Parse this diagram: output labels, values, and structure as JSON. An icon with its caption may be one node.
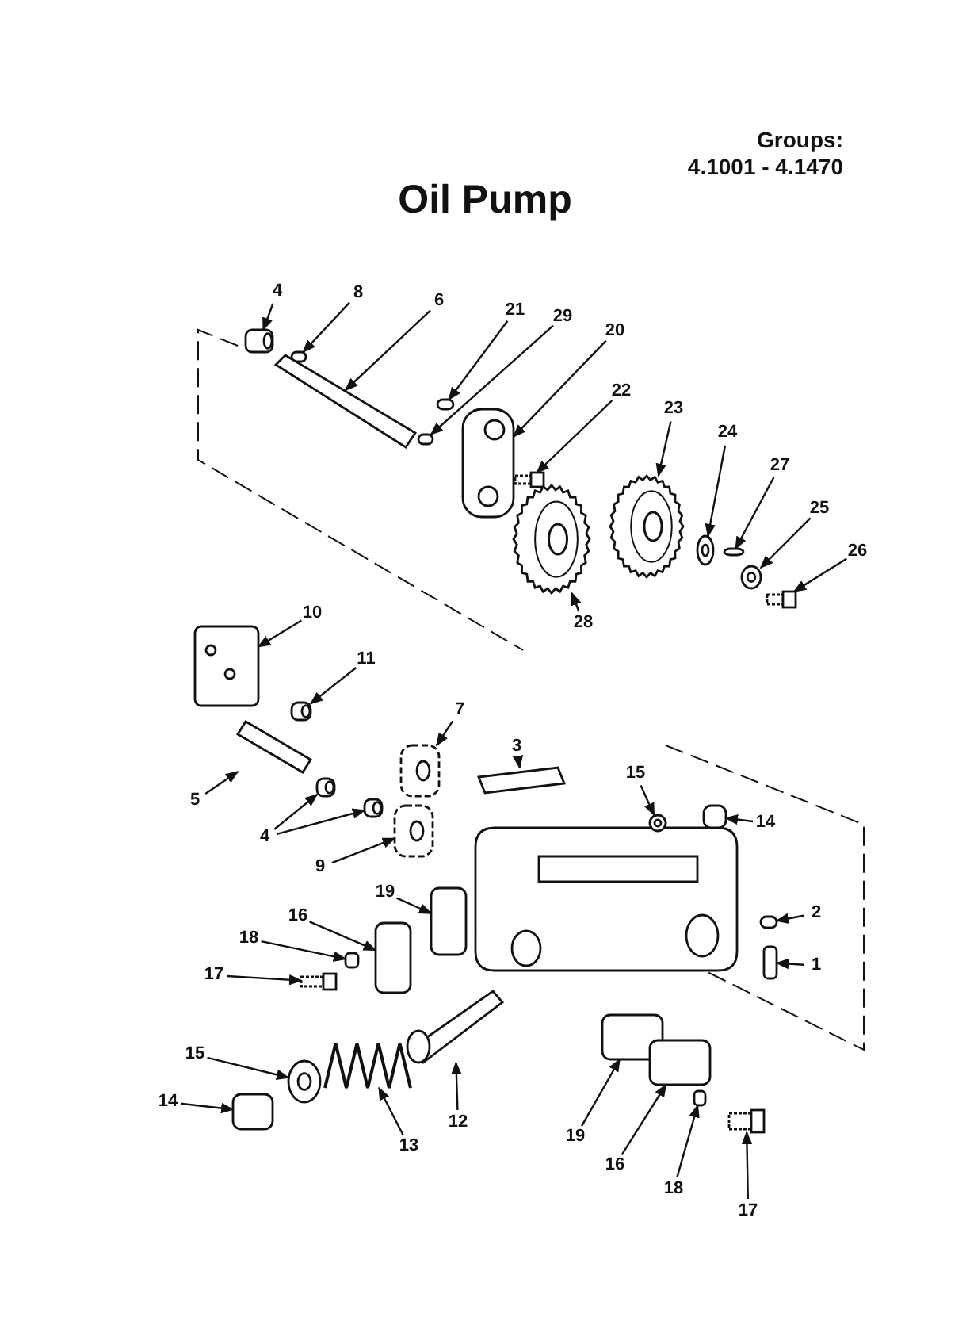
{
  "diagram": {
    "title": "Oil Pump",
    "nodes": [
      {
        "text": [
          "4"
        ]
      },
      {
        "text": [
          "8"
        ]
      },
      {
        "text": [
          "6"
        ]
      },
      {
        "text": [
          "21"
        ]
      },
      {
        "text": [
          "29"
        ]
      },
      {
        "text": [
          "20"
        ]
      },
      {
        "text": [
          "22"
        ]
      },
      {
        "text": [
          "23"
        ]
      },
      {
        "text": [
          "24"
        ]
      },
      {
        "text": [
          "27"
        ]
      },
      {
        "text": [
          "25"
        ]
      },
      {
        "text": [
          "26"
        ]
      },
      {
        "text": [
          "28"
        ]
      },
      {
        "text": [
          "10"
        ]
      },
      {
        "text": [
          "11"
        ]
      },
      {
        "text": [
          "7"
        ]
      },
      {
        "text": [
          "3"
        ]
      },
      {
        "text": [
          "15"
        ]
      },
      {
        "text": [
          "14"
        ]
      },
      {
        "text": [
          "5"
        ]
      },
      {
        "text": [
          "4"
        ]
      },
      {
        "text": [
          "9"
        ]
      },
      {
        "text": [
          "19"
        ]
      },
      {
        "text": [
          "16"
        ]
      },
      {
        "text": [
          "18"
        ]
      },
      {
        "text": [
          "17"
        ]
      },
      {
        "text": [
          "2"
        ]
      },
      {
        "text": [
          "1"
        ]
      },
      {
        "text": [
          "15"
        ]
      },
      {
        "text": [
          "14"
        ]
      },
      {
        "text": [
          "12"
        ]
      },
      {
        "text": [
          "13"
        ]
      },
      {
        "text": [
          "19"
        ]
      },
      {
        "text": [
          "16"
        ]
      },
      {
        "text": [
          "18"
        ]
      },
      {
        "text": [
          "17"
        ]
      },
      {
        "text": [],
        "shape": "cylinder"
      },
      {
        "text": [],
        "shape": "box"
      },
      {
        "text": [],
        "shape": "picture"
      },
      {
        "text": [],
        "shape": "box"
      },
      {
        "text": [],
        "shape": "box"
      },
      {
        "text": [],
        "shape": "picture"
      },
      {
        "text": [],
        "shape": "picture"
      },
      {
        "text": [],
        "shape": "picture"
      },
      {
        "text": [],
        "shape": "circle"
      },
      {
        "text": [],
        "shape": "box"
      },
      {
        "text": [],
        "shape": "circle"
      },
      {
        "text": [],
        "shape": "picture"
      },
      {
        "text": [],
        "shape": "picture"
      },
      {
        "text": [],
        "shape": "picture"
      },
      {
        "text": [],
        "shape": "cylinder"
      },
      {
        "text": [],
        "shape": "picture"
      },
      {
        "text": [],
        "shape": "picture"
      },
      {
        "text": [],
        "shape": "circle"
      },
      {
        "text": [],
        "shape": "box"
      },
      {
        "text": [],
        "shape": "picture"
      },
      {
        "text": [],
        "shape": "cylinder"
      },
      {
        "text": [],
        "shape": "cylinder"
      },
      {
        "text": [],
        "shape": "picture"
      },
      {
        "text": [],
        "shape": "box"
      },
      {
        "text": [],
        "shape": "box"
      },
      {
        "text": [],
        "shape": "box"
      },
      {
        "text": [],
        "shape": "picture"
      },
      {
        "text": [],
        "shape": "box"
      },
      {
        "text": [],
        "shape": "box"
      },
      {
        "text": [],
        "shape": "circle"
      },
      {
        "text": [],
        "shape": "box"
      },
      {
        "text": [],
        "shape": "picture"
      },
      {
        "text": [],
        "shape": "picture"
      },
      {
        "text": [],
        "shape": "box"
      },
      {
        "text": [],
        "shape": "box"
      },
      {
        "text": [],
        "shape": "box"
      },
      {
        "text": [],
        "shape": "picture"
      }
    ],
    "edges": [
      {
        "from": 0,
        "to": 36,
        "arrow": "to"
      },
      {
        "from": 1,
        "to": 37,
        "arrow": "to"
      },
      {
        "from": 2,
        "to": 38,
        "arrow": "to"
      },
      {
        "from": 3,
        "to": 39,
        "arrow": "to"
      },
      {
        "from": 4,
        "to": 40,
        "arrow": "to"
      },
      {
        "from": 5,
        "to": 41,
        "arrow": "to"
      },
      {
        "from": 6,
        "to": 42,
        "arrow": "to"
      },
      {
        "from": 7,
        "to": 43,
        "arrow": "to"
      },
      {
        "from": 8,
        "to": 44,
        "arrow": "to"
      },
      {
        "from": 9,
        "to": 45,
        "arrow": "to"
      },
      {
        "from": 10,
        "to": 46,
        "arrow": "to"
      },
      {
        "from": 11,
        "to": 47,
        "arrow": "to"
      },
      {
        "from": 12,
        "to": 48,
        "arrow": "to"
      },
      {
        "from": 13,
        "to": 49,
        "arrow": "to"
      },
      {
        "from": 14,
        "to": 50,
        "arrow": "to"
      },
      {
        "from": 15,
        "to": 51,
        "arrow": "to"
      },
      {
        "from": 16,
        "to": 52,
        "arrow": "to"
      },
      {
        "from": 17,
        "to": 53,
        "arrow": "to"
      },
      {
        "from": 18,
        "to": 54,
        "arrow": "to"
      },
      {
        "from": 19,
        "to": 55,
        "arrow": "to"
      },
      {
        "from": 20,
        "to": 56,
        "arrow": "to"
      },
      {
        "from": 20,
        "to": 57,
        "arrow": "to"
      },
      {
        "from": 21,
        "to": 58,
        "arrow": "to"
      },
      {
        "from": 22,
        "to": 59,
        "arrow": "to"
      },
      {
        "from": 23,
        "to": 60,
        "arrow": "to"
      },
      {
        "from": 24,
        "to": 61,
        "arrow": "to"
      },
      {
        "from": 25,
        "to": 62,
        "arrow": "to"
      },
      {
        "from": 26,
        "to": 63,
        "arrow": "to"
      },
      {
        "from": 27,
        "to": 64,
        "arrow": "to"
      },
      {
        "from": 28,
        "to": 65,
        "arrow": "to"
      },
      {
        "from": 29,
        "to": 66,
        "arrow": "to"
      },
      {
        "from": 30,
        "to": 68,
        "arrow": "to"
      },
      {
        "from": 31,
        "to": 67,
        "arrow": "to"
      },
      {
        "from": 32,
        "to": 69,
        "arrow": "to"
      },
      {
        "from": 33,
        "to": 70,
        "arrow": "to"
      },
      {
        "from": 34,
        "to": 71,
        "arrow": "to"
      },
      {
        "from": 35,
        "to": 72,
        "arrow": "to"
      }
    ],
    "labels": [
      "Groups:",
      "4.1001 - 4.1470"
    ]
  }
}
